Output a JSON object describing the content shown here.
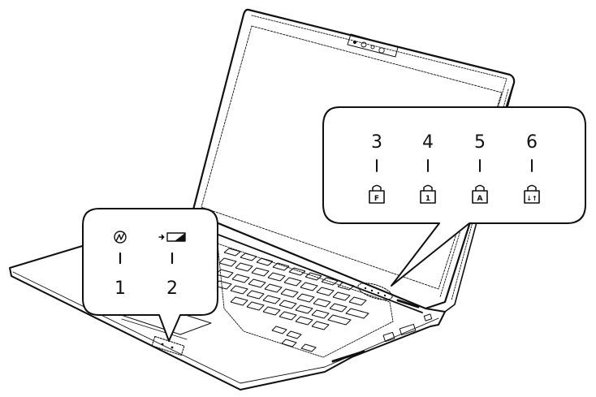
{
  "diagram": {
    "subject": "Laptop status indicators",
    "colors": {
      "line": "#111111",
      "background": "#ffffff"
    },
    "callout_left": {
      "indicators": [
        {
          "number": "1",
          "icon": "power-icon"
        },
        {
          "number": "2",
          "icon": "battery-charging-icon"
        }
      ]
    },
    "callout_right": {
      "indicators": [
        {
          "number": "3",
          "icon": "lock-f-icon",
          "glyph": "F"
        },
        {
          "number": "4",
          "icon": "lock-1-icon",
          "glyph": "1"
        },
        {
          "number": "5",
          "icon": "lock-a-icon",
          "glyph": "A"
        },
        {
          "number": "6",
          "icon": "lock-scroll-icon",
          "glyph": "↓↑"
        }
      ]
    }
  }
}
